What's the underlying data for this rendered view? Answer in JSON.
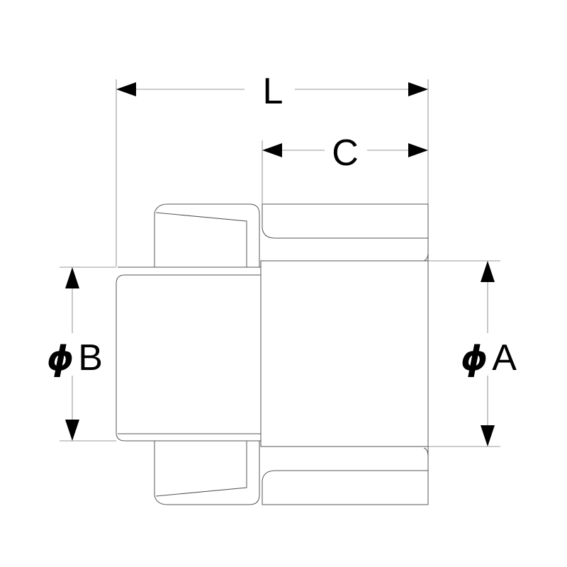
{
  "dimensions": {
    "L": {
      "label": "L"
    },
    "C": {
      "label": "C"
    },
    "B": {
      "symbol": "ϕ",
      "label": "B"
    },
    "A": {
      "symbol": "ϕ",
      "label": "A"
    }
  }
}
